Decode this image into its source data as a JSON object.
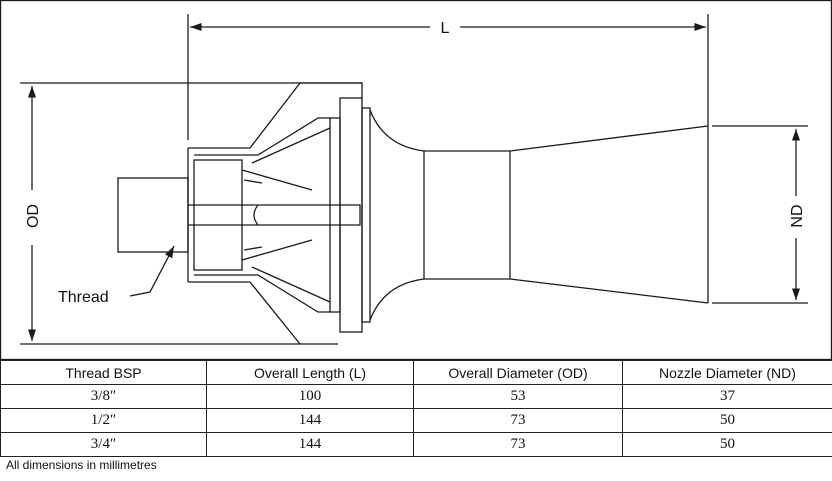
{
  "drawing": {
    "labels": {
      "length": "L",
      "outer_diameter": "OD",
      "nozzle_diameter": "ND",
      "thread": "Thread"
    }
  },
  "table": {
    "headers": [
      "Thread BSP",
      "Overall Length (L)",
      "Overall Diameter (OD)",
      "Nozzle Diameter (ND)"
    ],
    "rows": [
      [
        "3/8″",
        "100",
        "53",
        "37"
      ],
      [
        "1/2″",
        "144",
        "73",
        "50"
      ],
      [
        "3/4″",
        "144",
        "73",
        "50"
      ]
    ]
  },
  "footnote": "All dimensions in millimetres"
}
